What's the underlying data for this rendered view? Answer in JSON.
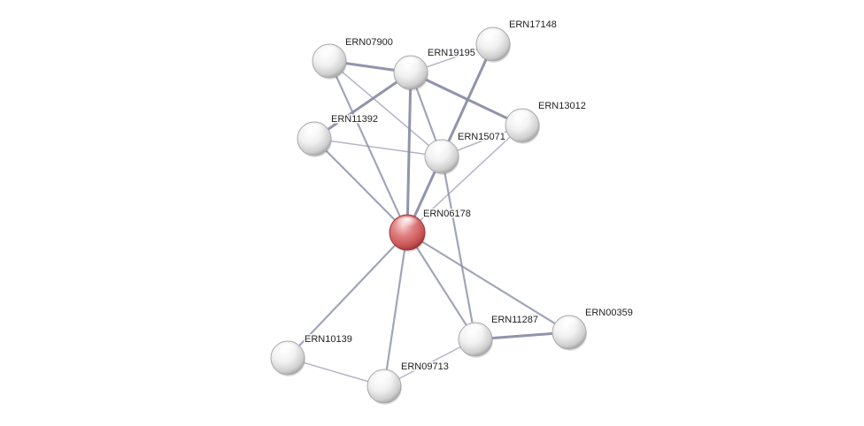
{
  "network": {
    "query_node": "ERN06178",
    "nodes": [
      {
        "id": "ERN06178",
        "label": "ERN06178",
        "type": "query"
      },
      {
        "id": "ERN07900",
        "label": "ERN07900",
        "type": "partner"
      },
      {
        "id": "ERN19195",
        "label": "ERN19195",
        "type": "partner"
      },
      {
        "id": "ERN17148",
        "label": "ERN17148",
        "type": "partner"
      },
      {
        "id": "ERN13012",
        "label": "ERN13012",
        "type": "partner"
      },
      {
        "id": "ERN11392",
        "label": "ERN11392",
        "type": "partner"
      },
      {
        "id": "ERN15071",
        "label": "ERN15071",
        "type": "partner"
      },
      {
        "id": "ERN11287",
        "label": "ERN11287",
        "type": "partner"
      },
      {
        "id": "ERN00359",
        "label": "ERN00359",
        "type": "partner"
      },
      {
        "id": "ERN10139",
        "label": "ERN10139",
        "type": "partner"
      },
      {
        "id": "ERN09713",
        "label": "ERN09713",
        "type": "partner"
      }
    ],
    "edges": [
      {
        "source": "ERN07900",
        "target": "ERN19195",
        "strength": "strong"
      },
      {
        "source": "ERN07900",
        "target": "ERN06178",
        "strength": "medium"
      },
      {
        "source": "ERN07900",
        "target": "ERN15071",
        "strength": "weak"
      },
      {
        "source": "ERN19195",
        "target": "ERN11392",
        "strength": "strong"
      },
      {
        "source": "ERN19195",
        "target": "ERN13012",
        "strength": "strong"
      },
      {
        "source": "ERN19195",
        "target": "ERN15071",
        "strength": "medium"
      },
      {
        "source": "ERN19195",
        "target": "ERN06178",
        "strength": "strong"
      },
      {
        "source": "ERN19195",
        "target": "ERN17148",
        "strength": "weak"
      },
      {
        "source": "ERN17148",
        "target": "ERN15071",
        "strength": "strong"
      },
      {
        "source": "ERN13012",
        "target": "ERN15071",
        "strength": "weak"
      },
      {
        "source": "ERN13012",
        "target": "ERN06178",
        "strength": "weak"
      },
      {
        "source": "ERN11392",
        "target": "ERN15071",
        "strength": "weak"
      },
      {
        "source": "ERN11392",
        "target": "ERN06178",
        "strength": "medium"
      },
      {
        "source": "ERN15071",
        "target": "ERN06178",
        "strength": "strong"
      },
      {
        "source": "ERN15071",
        "target": "ERN11287",
        "strength": "medium"
      },
      {
        "source": "ERN06178",
        "target": "ERN10139",
        "strength": "medium"
      },
      {
        "source": "ERN06178",
        "target": "ERN09713",
        "strength": "medium"
      },
      {
        "source": "ERN06178",
        "target": "ERN11287",
        "strength": "medium"
      },
      {
        "source": "ERN06178",
        "target": "ERN00359",
        "strength": "medium"
      },
      {
        "source": "ERN11287",
        "target": "ERN00359",
        "strength": "strong"
      },
      {
        "source": "ERN11287",
        "target": "ERN09713",
        "strength": "weak"
      },
      {
        "source": "ERN10139",
        "target": "ERN09713",
        "strength": "weak"
      }
    ],
    "colors": {
      "query_node": "#d9534f",
      "partner_node": "#e6e6e6",
      "edge": "#8a8ea8"
    }
  }
}
